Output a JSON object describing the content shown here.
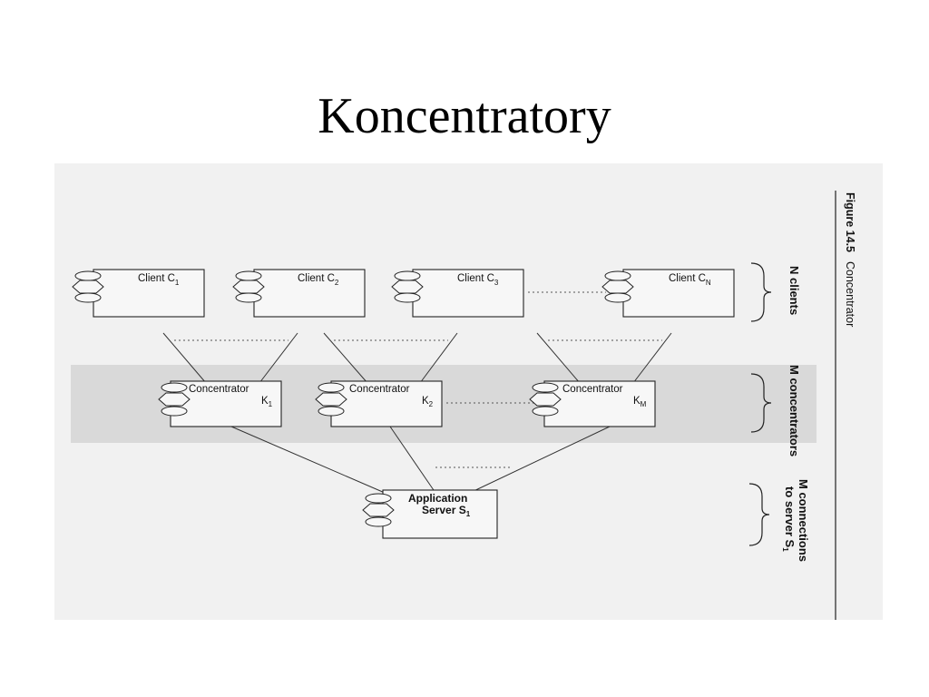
{
  "slide": {
    "title": "Koncentratory"
  },
  "figure": {
    "caption_number": "Figure 14.5",
    "caption_text": "Concentrator",
    "clients": [
      {
        "name": "Client C",
        "sub": "1"
      },
      {
        "name": "Client C",
        "sub": "2"
      },
      {
        "name": "Client C",
        "sub": "3"
      },
      {
        "name": "Client C",
        "sub": "N"
      }
    ],
    "concentrators": [
      {
        "name": "Concentrator",
        "id": "K",
        "sub": "1"
      },
      {
        "name": "Concentrator",
        "id": "K",
        "sub": "2"
      },
      {
        "name": "Concentrator",
        "id": "K",
        "sub": "M"
      }
    ],
    "server": {
      "line1": "Application",
      "line2": "Server S",
      "sub": "1"
    },
    "tiers": {
      "clients": "N clients",
      "concentrators": "M concentrators",
      "connections_line1": "M connections",
      "connections_line2": "to server S",
      "connections_sub": "1"
    },
    "colors": {
      "band": "#d9d9d9",
      "background": "#f1f1f1",
      "ink": "#222222"
    }
  }
}
